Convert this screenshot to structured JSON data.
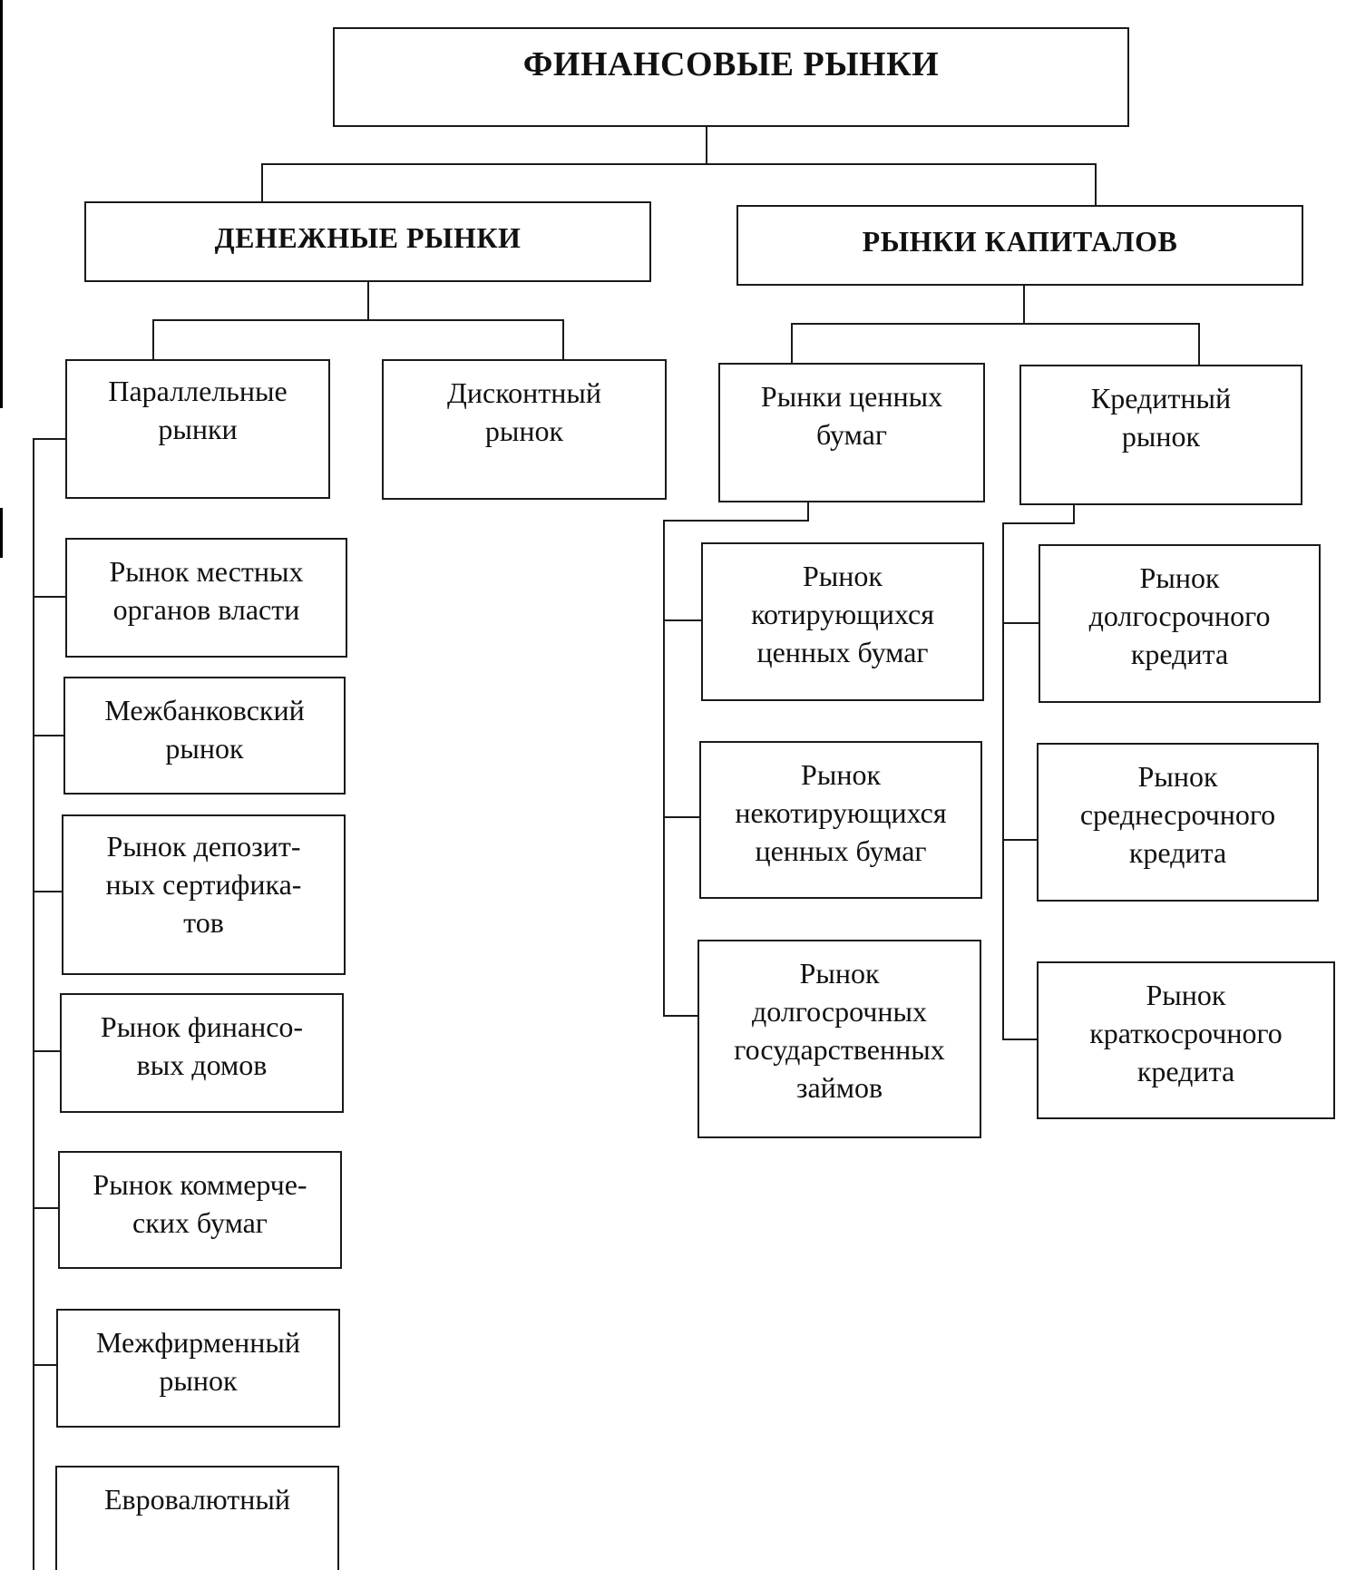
{
  "root": {
    "label": "ФИНАНСОВЫЕ РЫНКИ"
  },
  "money": {
    "label": "ДЕНЕЖНЫЕ РЫНКИ",
    "parallel": "Параллельные\nрынки",
    "discount": "Дисконтный\nрынок",
    "parallel_items": [
      "Рынок местных\nорганов власти",
      "Межбанковский\nрынок",
      "Рынок депозит-\nных сертифика-\nтов",
      "Рынок финансо-\nвых домов",
      "Рынок коммерче-\nских бумаг",
      "Межфирменный\nрынок",
      "Евровалютный"
    ]
  },
  "capital": {
    "label": "РЫНКИ КАПИТАЛОВ",
    "securities": "Рынки ценных\nбумаг",
    "credit": "Кредитный\nрынок",
    "securities_items": [
      "Рынок\nкотирующихся\nценных бумаг",
      "Рынок\nнекотирующихся\nценных бумаг",
      "Рынок\nдолгосрочных\nгосударственных\nзаймов"
    ],
    "credit_items": [
      "Рынок\nдолгосрочного\nкредита",
      "Рынок\nсреднесрочного\nкредита",
      "Рынок\nкраткосрочного\nкредита"
    ]
  }
}
